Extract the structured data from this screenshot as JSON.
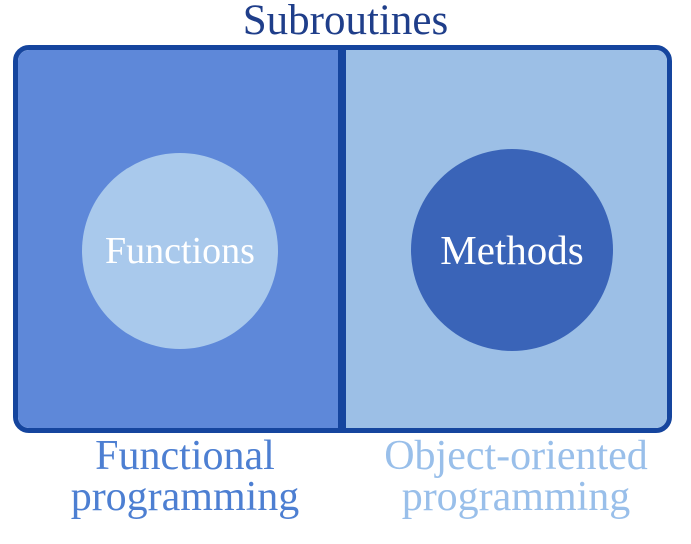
{
  "title": "Subroutines",
  "diagram": {
    "left_panel": {
      "circle_label": "Functions",
      "caption": "Functional programming",
      "background_color": "#5e88d9",
      "circle_color": "#a9c9ec",
      "caption_color": "#4d7fd2"
    },
    "right_panel": {
      "circle_label": "Methods",
      "caption": "Object-oriented programming",
      "background_color": "#9cbfe6",
      "circle_color": "#3a64b8",
      "caption_color": "#99bfea"
    },
    "border_color": "#15459e",
    "title_color": "#1f3e8a",
    "circle_text_color": "#ffffff"
  }
}
